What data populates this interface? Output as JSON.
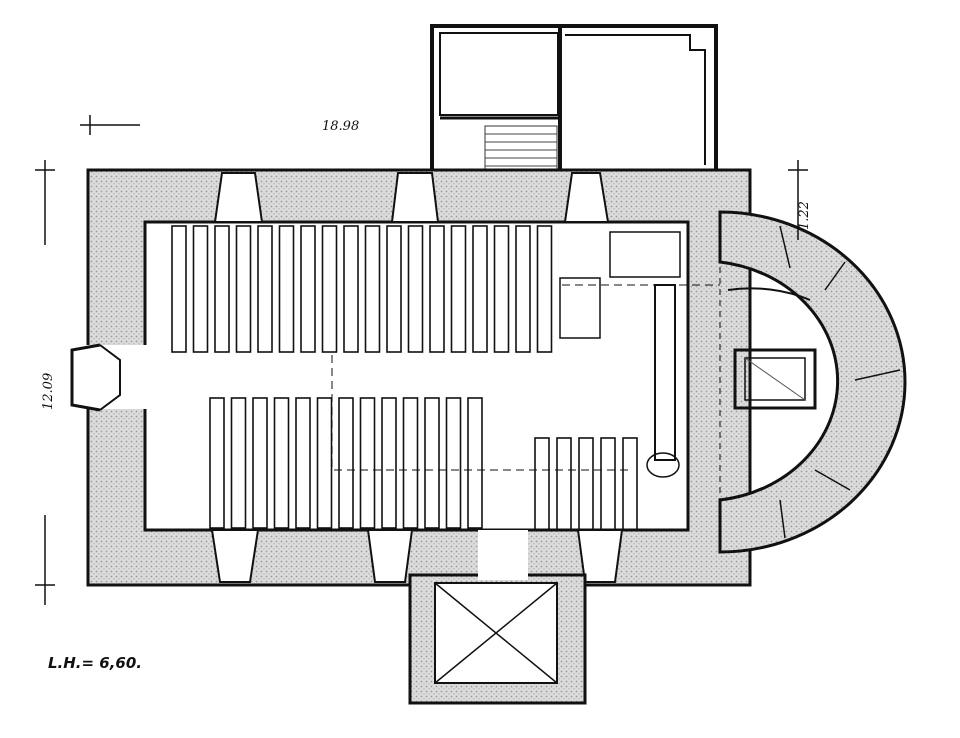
{
  "drawing": {
    "kind": "architectural floor plan",
    "dimension_length": "18.98",
    "dimension_width": "12.09",
    "dimension_apse": "1.22",
    "room_height_label": "L.H.= 6,60.",
    "colors": {
      "ink": "#111111",
      "wall_fill": "#d9d9d9",
      "paper": "#ffffff"
    }
  }
}
